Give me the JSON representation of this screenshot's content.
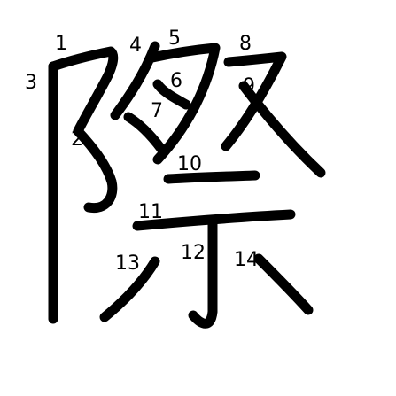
{
  "diagram": {
    "character": "際",
    "stroke_color": "#000000",
    "background_color": "#ffffff",
    "stroke_numbers": [
      "1",
      "2",
      "3",
      "4",
      "5",
      "6",
      "7",
      "8",
      "9",
      "10",
      "11",
      "12",
      "13",
      "14"
    ]
  }
}
